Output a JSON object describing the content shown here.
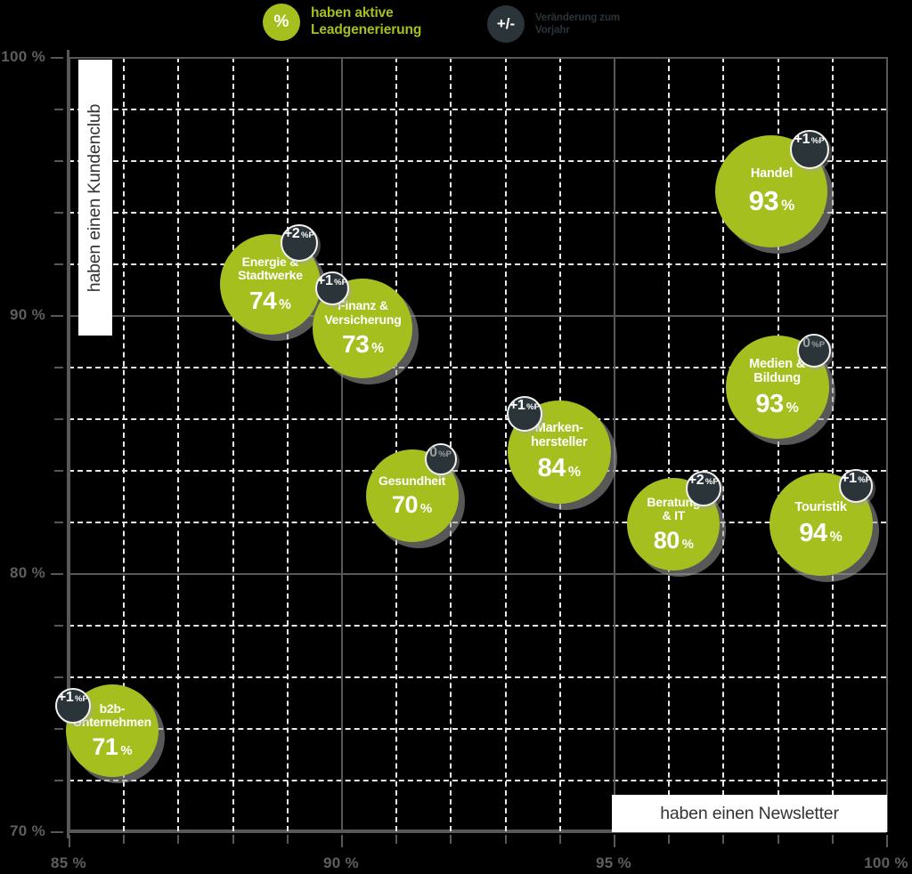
{
  "legend": {
    "lead": {
      "icon": "percent-icon",
      "symbol": "%",
      "text": "haben aktive\nLeadgenerierung",
      "color": "#a5bf1f"
    },
    "delta": {
      "icon": "plus-minus-icon",
      "symbol": "+/-",
      "text": "Veränderung zum\nVorjahr",
      "color": "#2b3439"
    }
  },
  "axes": {
    "x": {
      "title": "haben einen Newsletter",
      "major_ticks": [
        "85 %",
        "90 %",
        "95 %",
        "100 %"
      ],
      "major_values": [
        85,
        90,
        95,
        100
      ],
      "min": 85,
      "max": 100,
      "minor_step": 1
    },
    "y": {
      "title": "haben einen Kundenclub",
      "major_ticks": [
        "70 %",
        "80 %",
        "90 %",
        "100 %"
      ],
      "major_values": [
        70,
        80,
        90,
        100
      ],
      "min": 70,
      "max": 100,
      "minor_step": 2
    }
  },
  "chart_data": {
    "type": "scatter",
    "title": "",
    "xlabel": "haben einen Newsletter",
    "ylabel": "haben einen Kundenclub",
    "xlim": [
      85,
      100
    ],
    "ylim": [
      70,
      100
    ],
    "grid": true,
    "legend": [
      "haben aktive Leadgenerierung",
      "Veränderung zum Vorjahr"
    ],
    "bubble_value_unit": "%",
    "delta_unit": "%P",
    "points": [
      {
        "label": "Handel",
        "x": 97.9,
        "y": 94.8,
        "value": "93",
        "delta": "+1",
        "delta_zero": false,
        "r": 63,
        "name_size": 14.5,
        "value_size": 31,
        "badge_r": 22,
        "badge_angle": 48
      },
      {
        "label": "Energie &\nStadtwerke",
        "x": 88.7,
        "y": 91.2,
        "value": "74",
        "delta": "+2",
        "delta_zero": false,
        "r": 56.5,
        "name_size": 14,
        "value_size": 28,
        "badge_r": 21,
        "badge_angle": 55
      },
      {
        "label": "Finanz &\nVersicherung",
        "x": 90.4,
        "y": 89.5,
        "value": "73",
        "delta": "+1",
        "delta_zero": false,
        "r": 56,
        "name_size": 14,
        "value_size": 28,
        "badge_r": 19,
        "badge_angle": 128
      },
      {
        "label": "Medien &\nBildung",
        "x": 98.0,
        "y": 87.2,
        "value": "93",
        "delta": "0",
        "delta_zero": true,
        "r": 58,
        "name_size": 14.5,
        "value_size": 29,
        "badge_r": 19,
        "badge_angle": 45
      },
      {
        "label": "Marken-\nhersteller",
        "x": 94.0,
        "y": 84.7,
        "value": "84",
        "delta": "+1",
        "delta_zero": false,
        "r": 58,
        "name_size": 14.5,
        "value_size": 29,
        "badge_r": 20,
        "badge_angle": 132
      },
      {
        "label": "Gesundheit",
        "x": 91.3,
        "y": 83.0,
        "value": "70",
        "delta": "0",
        "delta_zero": true,
        "r": 52,
        "name_size": 14,
        "value_size": 27,
        "badge_r": 18,
        "badge_angle": 52
      },
      {
        "label": "Touristik",
        "x": 98.8,
        "y": 81.9,
        "value": "94",
        "delta": "+1",
        "delta_zero": false,
        "r": 58,
        "name_size": 14.5,
        "value_size": 29,
        "badge_r": 19,
        "badge_angle": 47
      },
      {
        "label": "Beratung\n& IT",
        "x": 96.1,
        "y": 81.9,
        "value": "80",
        "delta": "+2",
        "delta_zero": false,
        "r": 52,
        "name_size": 14,
        "value_size": 27,
        "badge_r": 20,
        "badge_angle": 50
      },
      {
        "label": "b2b-\nUnternehmen",
        "x": 85.8,
        "y": 73.9,
        "value": "71",
        "delta": "+1",
        "delta_zero": false,
        "r": 52,
        "name_size": 14,
        "value_size": 27,
        "badge_r": 20,
        "badge_angle": 148
      }
    ]
  }
}
